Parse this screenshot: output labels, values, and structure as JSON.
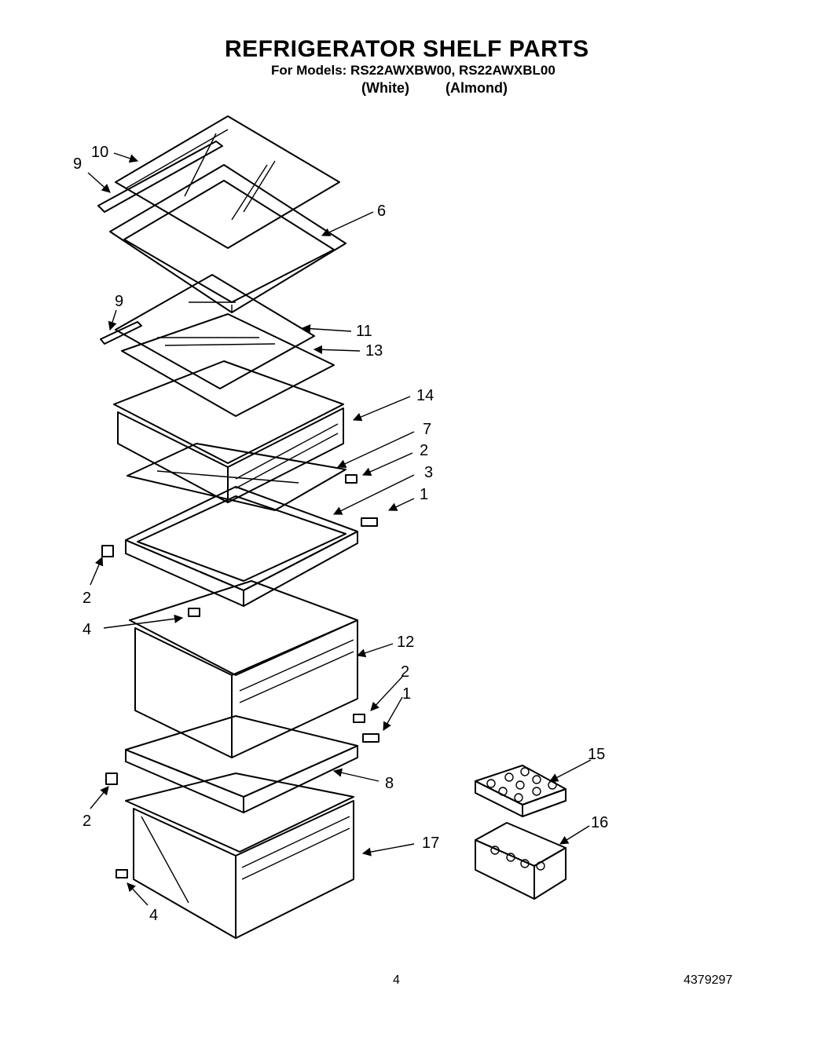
{
  "header": {
    "title": "REFRIGERATOR SHELF PARTS",
    "models_line": "For Models: RS22AWXBW00, RS22AWXBL00",
    "variants": [
      "(White)",
      "(Almond)"
    ]
  },
  "footer": {
    "page_number": "4",
    "document_number": "4379297"
  },
  "callouts": [
    "10",
    "9",
    "6",
    "9",
    "11",
    "13",
    "14",
    "7",
    "2",
    "3",
    "1",
    "2",
    "4",
    "12",
    "2",
    "1",
    "8",
    "2",
    "17",
    "4",
    "15",
    "16"
  ]
}
